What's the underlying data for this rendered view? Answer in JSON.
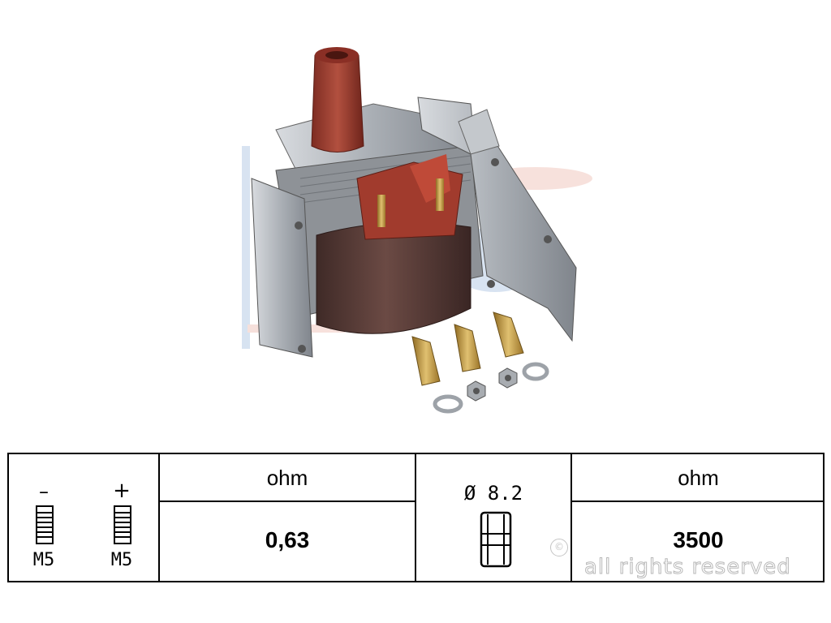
{
  "spec_table": {
    "terminals": {
      "negative": {
        "sign": "–",
        "thread": "M5",
        "icon": "threaded-stud-icon"
      },
      "positive": {
        "sign": "+",
        "thread": "M5",
        "icon": "threaded-stud-icon"
      }
    },
    "primary_resistance": {
      "unit": "ohm",
      "value": "0,63"
    },
    "connector": {
      "diameter": "Ø 8.2",
      "icon": "socket-sleeve-icon"
    },
    "secondary_resistance": {
      "unit": "ohm",
      "value": "3500"
    }
  },
  "watermark": {
    "text": "all rights reserved",
    "mark": "©"
  },
  "colors": {
    "coil_body": "#5a3a36",
    "terminal_housing": "#9b3a2e",
    "bracket_steel": "#b7bcc2",
    "brass": "#c9a24c"
  }
}
